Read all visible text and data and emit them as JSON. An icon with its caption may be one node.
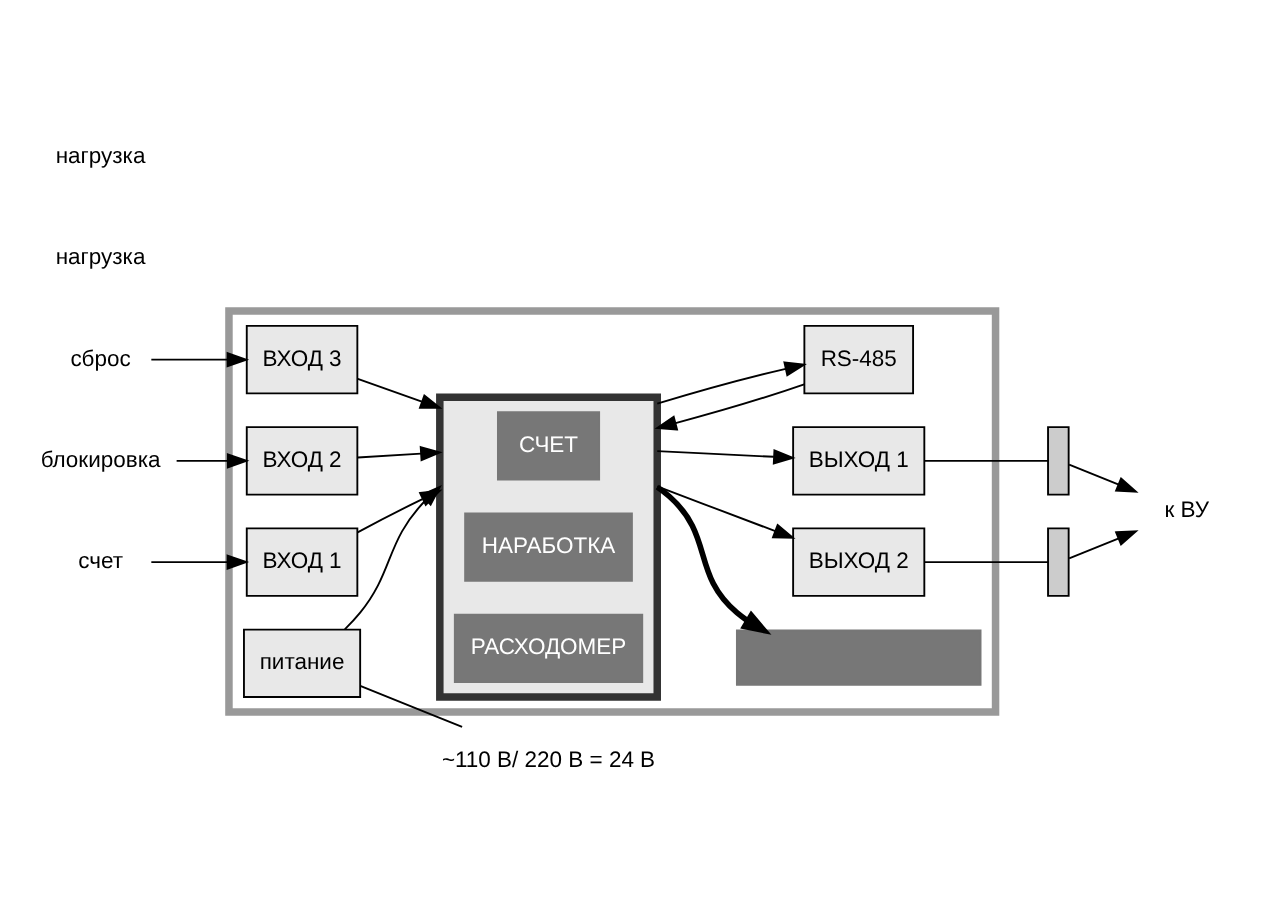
{
  "diagram": {
    "nodes": [
      {
        "text": [],
        "shape": "box"
      },
      {
        "text": [
          "ВХОД 1"
        ],
        "in": 0
      },
      {
        "text": [
          "ВХОД 2"
        ],
        "in": 0
      },
      {
        "text": [
          "ВХОД 3"
        ],
        "in": 0
      },
      {
        "text": [
          "питание"
        ],
        "in": 0
      },
      {
        "text": [],
        "shape": "box",
        "in": 0
      },
      {
        "text": [
          "СЧЕТ"
        ],
        "in": 5
      },
      {
        "text": [
          "НАРАБОТКА"
        ],
        "in": 5
      },
      {
        "text": [
          "РАСХОДОМЕР"
        ],
        "in": 5
      },
      {
        "text": [],
        "shape": "display",
        "in": 0
      },
      {
        "text": [
          "ВЫХОД 1"
        ],
        "in": 0
      },
      {
        "text": [
          "ВЫХОД 2"
        ],
        "in": 0
      },
      {
        "text": [
          "RS-485"
        ],
        "in": 0
      },
      {
        "text": [],
        "shape": "resistor"
      },
      {
        "text": [],
        "shape": "resistor"
      },
      {
        "text": [
          "к ВУ"
        ]
      },
      {
        "text": [
          "~110 В/ 220 В = 24 В"
        ]
      },
      {
        "text": [
          "сброс"
        ]
      },
      {
        "text": [
          "блокировка"
        ]
      },
      {
        "text": [
          "счет"
        ]
      }
    ],
    "edges": [
      {
        "from": 19,
        "to": 1,
        "arrow": "to"
      },
      {
        "from": 18,
        "to": 2,
        "arrow": "to"
      },
      {
        "from": 17,
        "to": 3,
        "arrow": "to"
      },
      {
        "from": 1,
        "to": 5,
        "arrow": "to"
      },
      {
        "from": 2,
        "to": 5,
        "arrow": "to"
      },
      {
        "from": 3,
        "to": 5,
        "arrow": "to"
      },
      {
        "from": 4,
        "to": 5,
        "arrow": "to"
      },
      {
        "from": 5,
        "to": 9,
        "arrow": "to",
        "style": "thick"
      },
      {
        "from": 5,
        "to": 10,
        "arrow": "to"
      },
      {
        "from": 5,
        "to": 11,
        "arrow": "to"
      },
      {
        "from": 12,
        "to": 5,
        "arrow": "to"
      },
      {
        "from": 5,
        "to": 12,
        "arrow": "to"
      },
      {
        "from": 4,
        "to": 16,
        "arrow": "none"
      },
      {
        "from": 10,
        "to": 13,
        "arrow": "none"
      },
      {
        "from": 11,
        "to": 14,
        "arrow": "none"
      },
      {
        "from": 13,
        "to": 15,
        "arrow": "to"
      },
      {
        "from": 14,
        "to": 15,
        "arrow": "to"
      }
    ],
    "labels": [
      "нагрузка",
      "нагрузка"
    ]
  }
}
